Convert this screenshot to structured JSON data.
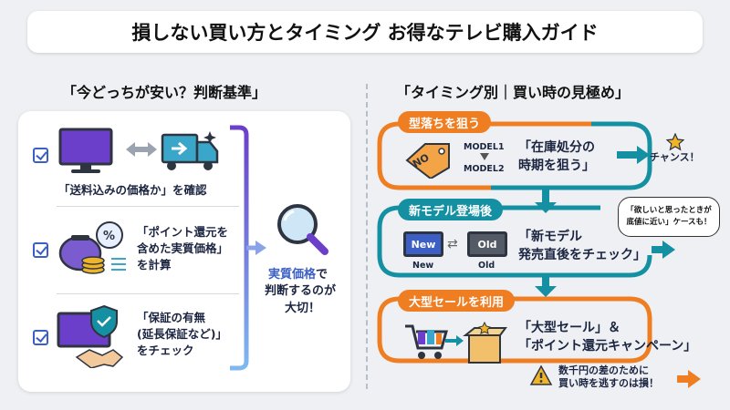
{
  "title": "損しない買い方とタイミング お得なテレビ購入ガイド",
  "left": {
    "heading": "「今どっちが安い？判断基準」",
    "items": [
      {
        "lines": [
          "「送料込みの価格か」を確認"
        ]
      },
      {
        "lines": [
          "「ポイント還元を",
          "含めた実質価格」",
          "を計算"
        ]
      },
      {
        "lines": [
          "「保証の有無",
          "(延長保証など)」",
          "をチェック"
        ]
      }
    ],
    "conclusion": {
      "highlight": "実質価格",
      "rest1": "で",
      "line2": "判断するのが",
      "line3": "大切！"
    }
  },
  "right": {
    "heading": "「タイミング別｜買い時の見極め」",
    "sections": [
      {
        "label": "型落ちを狙う",
        "tag": "NO",
        "model1": "MODEL1",
        "model2": "MODEL2",
        "lines": [
          "「在庫処分の",
          "時期を狙う」"
        ],
        "result": "チャンス！"
      },
      {
        "label": "新モデル登場後",
        "tv_new": "New",
        "tv_old": "Old",
        "cap_new": "New",
        "cap_old": "Old",
        "lines": [
          "「新モデル",
          "発売直後をチェック」"
        ],
        "note": [
          "「欲しいと思ったときが",
          "底値に近い」ケースも！"
        ]
      },
      {
        "label": "大型セールを利用",
        "lines": [
          "「大型セール」＆",
          "「ポイント還元キャンペーン」"
        ],
        "warning": [
          "数千円の差のために",
          "買い時を逃すのは損！"
        ]
      }
    ]
  },
  "colors": {
    "orange": "#ef7d22",
    "teal": "#1590a3",
    "purple": "#7b5ccf",
    "blue": "#3b5fc4"
  }
}
